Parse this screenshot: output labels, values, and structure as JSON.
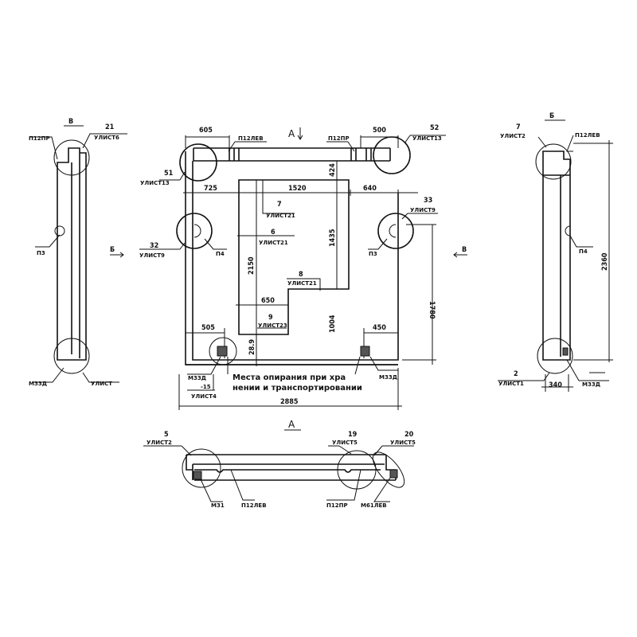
{
  "views": {
    "view_a": "А",
    "view_b": "Б",
    "view_v": "В"
  },
  "main": {
    "dims": {
      "d605": "605",
      "d500": "500",
      "d725": "725",
      "d1520": "1520",
      "d640": "640",
      "d424": "424",
      "d1435": "1435",
      "d2150": "2150",
      "d650": "650",
      "d1004": "1004",
      "d289": "28.9",
      "d505": "505",
      "d450": "450",
      "d1780": "1780",
      "d2885": "2885"
    },
    "callouts": {
      "c51n": "51",
      "c51s": "УЛИСТ13",
      "c52n": "52",
      "c52s": "УЛИСТ13",
      "c33n": "33",
      "c33s": "УЛИСТ9",
      "c32n": "32",
      "c32s": "УЛИСТ9",
      "c7n": "7",
      "c7s": "УЛИСТ21",
      "c6n": "6",
      "c6s": "УЛИСТ21",
      "c8n": "8",
      "c8s": "УЛИСТ21",
      "c9n": "9",
      "c9s": "УЛИСТ23",
      "m33a": "М33Д",
      "m33a2": "-15",
      "m33a3": "УЛИСТ4",
      "m33b": "М33Д"
    },
    "parts": {
      "p12lev": "П12ЛЕВ",
      "p12pr": "П12ПР",
      "p4": "П4",
      "p3": "П3"
    },
    "note_line1": "Места опирания при хра",
    "note_line2": "нении и транспортировании"
  },
  "left_view": {
    "c21n": "21",
    "c21s": "УЛИСТ6",
    "p12pr": "П12ПР",
    "p3": "П3",
    "m33": "М33Д",
    "ulist": "УЛИСТ"
  },
  "right_view": {
    "c7n": "7",
    "c7s": "УЛИСТ2",
    "p12lev": "П12ЛЕВ",
    "p4": "П4",
    "d2360": "2360",
    "c2n": "2",
    "c2s": "УЛИСТ1",
    "d340": "340",
    "m33": "М33Д"
  },
  "bottom_view": {
    "c5n": "5",
    "c5s": "УЛИСТ2",
    "c19n": "19",
    "c19s": "УЛИСТ5",
    "c20n": "20",
    "c20s": "УЛИСТ5",
    "m31": "М31",
    "p12lev": "П12ЛЕВ",
    "p12pr": "П12ПР",
    "m61": "М61ЛЕВ"
  }
}
